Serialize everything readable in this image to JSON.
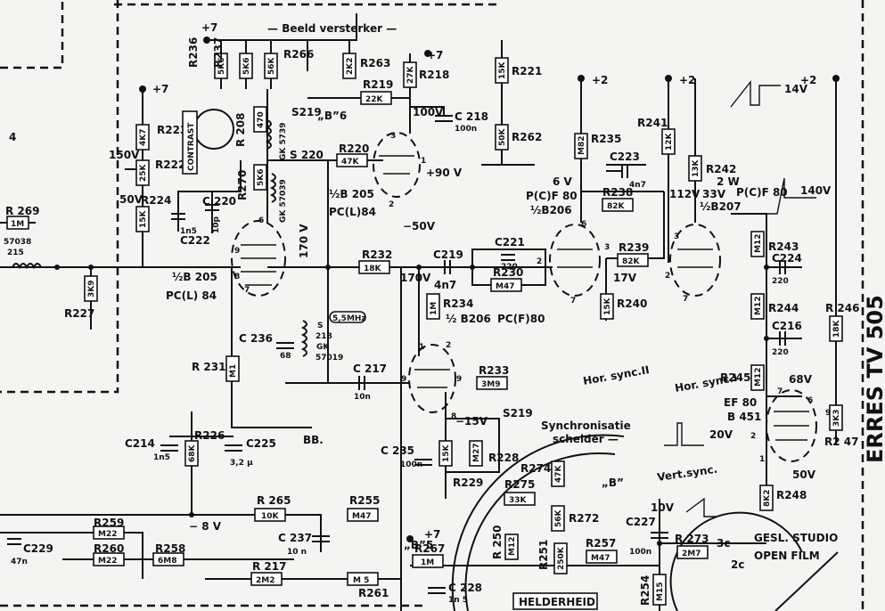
{
  "title": "Beeld versterker",
  "side_text": "ERRES TV 505",
  "left_edge_num": "4",
  "supplies": {
    "p7": "+7",
    "p2": "+2",
    "m8": "− 8 V"
  },
  "resistors": {
    "R236": {
      "ref": "R236",
      "val": "5K6"
    },
    "R237": {
      "ref": "R237",
      "val": "5K6"
    },
    "R266": {
      "ref": "R266",
      "val": "56K"
    },
    "R263": {
      "ref": "R263",
      "val": "2K2"
    },
    "R219": {
      "ref": "R219",
      "val": "22K"
    },
    "R218": {
      "ref": "R218",
      "val": "27K"
    },
    "R221": {
      "ref": "R221",
      "val": "15K"
    },
    "R262": {
      "ref": "R262",
      "val": "50K"
    },
    "R223": {
      "ref": "R223",
      "val": "4K7"
    },
    "R222": {
      "ref": "R222",
      "val": "25K"
    },
    "R224": {
      "ref": "R224",
      "val": "15K"
    },
    "R208": {
      "ref": "R 208",
      "val": "470"
    },
    "R270": {
      "ref": "R270",
      "val": "5K6"
    },
    "R220": {
      "ref": "R220",
      "val": "47K"
    },
    "R269": {
      "ref": "R 269",
      "val": "1M"
    },
    "R227": {
      "ref": "R227",
      "val": "3K9"
    },
    "R232": {
      "ref": "R232",
      "val": "18K"
    },
    "R234": {
      "ref": "R234",
      "val": "1M"
    },
    "R230": {
      "ref": "R230",
      "val": "M47"
    },
    "R235": {
      "ref": "R235",
      "val": "M82"
    },
    "R238": {
      "ref": "R238",
      "val": "82K"
    },
    "R239": {
      "ref": "R239",
      "val": "82K"
    },
    "R240": {
      "ref": "R240",
      "val": "15K"
    },
    "R241": {
      "ref": "R241",
      "val": "12K"
    },
    "R242": {
      "ref": "R242",
      "val": "13K"
    },
    "R243": {
      "ref": "R243",
      "val": "M12"
    },
    "R244": {
      "ref": "R244",
      "val": "M12"
    },
    "R245": {
      "ref": "R245",
      "val": "M12"
    },
    "R246": {
      "ref": "R 246",
      "val": "18K"
    },
    "R247": {
      "ref": "R2 47",
      "val": "3K3"
    },
    "R248": {
      "ref": "R248",
      "val": "8K2"
    },
    "R231": {
      "ref": "R 231",
      "val": "M1"
    },
    "R233": {
      "ref": "R233",
      "val": "3M9"
    },
    "R226": {
      "ref": "R226",
      "val": "68K"
    },
    "R228": {
      "ref": "R228",
      "val": "M27"
    },
    "R229": {
      "ref": "R229",
      "val": "15K"
    },
    "R274": {
      "ref": "R274",
      "val": "47K"
    },
    "R275": {
      "ref": "R275",
      "val": "33K"
    },
    "R272": {
      "ref": "R272",
      "val": "56K"
    },
    "R250": {
      "ref": "R 250",
      "val": "M12"
    },
    "R251": {
      "ref": "R251",
      "val": "250K"
    },
    "R257": {
      "ref": "R257",
      "val": "M47"
    },
    "R273": {
      "ref": "R 273",
      "val": "2M7"
    },
    "R254": {
      "ref": "R254",
      "val": "M15"
    },
    "R265": {
      "ref": "R 265",
      "val": "10K"
    },
    "R255": {
      "ref": "R255",
      "val": "M47"
    },
    "R259": {
      "ref": "R259",
      "val": "M22"
    },
    "R260": {
      "ref": "R260",
      "val": "M22"
    },
    "R258": {
      "ref": "R258",
      "val": "6M8"
    },
    "R217": {
      "ref": "R 217",
      "val": "2M2"
    },
    "R261": {
      "ref": "R261",
      "val": "M 5"
    },
    "R267": {
      "ref": "R267",
      "val": "1M"
    }
  },
  "capacitors": {
    "C218": {
      "ref": "C 218",
      "val": "100n"
    },
    "C220": {
      "ref": "C 220",
      "val": "10p"
    },
    "C222": {
      "ref": "C222",
      "val": "1n5"
    },
    "C219": {
      "ref": "C219",
      "val": "4n7"
    },
    "C221": {
      "ref": "C221",
      "val": "220"
    },
    "C223": {
      "ref": "C223",
      "val": "4n7"
    },
    "C224": {
      "ref": "C224",
      "val": "220"
    },
    "C216": {
      "ref": "C216",
      "val": "220"
    },
    "C236": {
      "ref": "C 236",
      "val": "68"
    },
    "C217": {
      "ref": "C 217",
      "val": "10n"
    },
    "C214": {
      "ref": "C214",
      "val": "1n5"
    },
    "C225": {
      "ref": "C225",
      "val": "3,2 µ"
    },
    "C235": {
      "ref": "C 235",
      "val": "100n"
    },
    "C237": {
      "ref": "C 237",
      "val": "10 n"
    },
    "C227": {
      "ref": "C227",
      "val": "100n"
    },
    "C229": {
      "ref": "C229",
      "val": "47n"
    },
    "C228": {
      "ref": "C 228",
      "val": "1n 5"
    }
  },
  "tubes": {
    "pcl84a": [
      "½B 205",
      "PC(L) 84"
    ],
    "pcl84b": [
      "½B 205",
      "PC(L)84"
    ],
    "pcf80a": [
      "P(C)F 80",
      "½B206"
    ],
    "pcf80b": [
      "½ B206",
      "PC(F)80"
    ],
    "pcf80c": [
      "P(C)F 80",
      "½B207"
    ],
    "ef80": [
      "EF 80",
      "B 451"
    ]
  },
  "coils": {
    "s219": "S219",
    "gk5739": "GK 5739",
    "s220": "S 220",
    "gk57039": "GK 57039",
    "s218": [
      "S",
      "218",
      "GK",
      "57019"
    ],
    "s5738": "57038",
    "r215": "215",
    "mhz": "5,5MHz"
  },
  "voltages": {
    "v150": "150V",
    "v50": "50V",
    "v170": "170 V",
    "v100": "100V",
    "v90": "+90 V",
    "vm50": "−50V",
    "v6": "6 V",
    "v112": "112V",
    "v33": "33V",
    "v17": "17V",
    "v170b": "170V",
    "v68": "68V",
    "v15": "−15V",
    "v50b": "50V",
    "v10": "10V",
    "v14": "14V",
    "v140": "140V",
    "v20": "20V",
    "r242w": "2 W"
  },
  "labels": {
    "contrast": "CONTRAST",
    "b6": "„B”6",
    "b5": "„B”5",
    "b_": "„B”",
    "synch_title": "S219",
    "synch1": "Synchronisatie",
    "synch2": "scheider —",
    "hor_sync1": "Hor. sync.II",
    "hor_sync2": "Hor. sync.I",
    "vert_sync": "Vert.sync.",
    "bb": "BB.",
    "helderheid": "HELDERHEID",
    "gesl_studio": "GESL. STUDIO",
    "open_film": "OPEN FILM",
    "sw3c": "3c",
    "sw2c": "2c"
  },
  "pins": [
    "1",
    "2",
    "3",
    "6",
    "7",
    "8",
    "9"
  ]
}
